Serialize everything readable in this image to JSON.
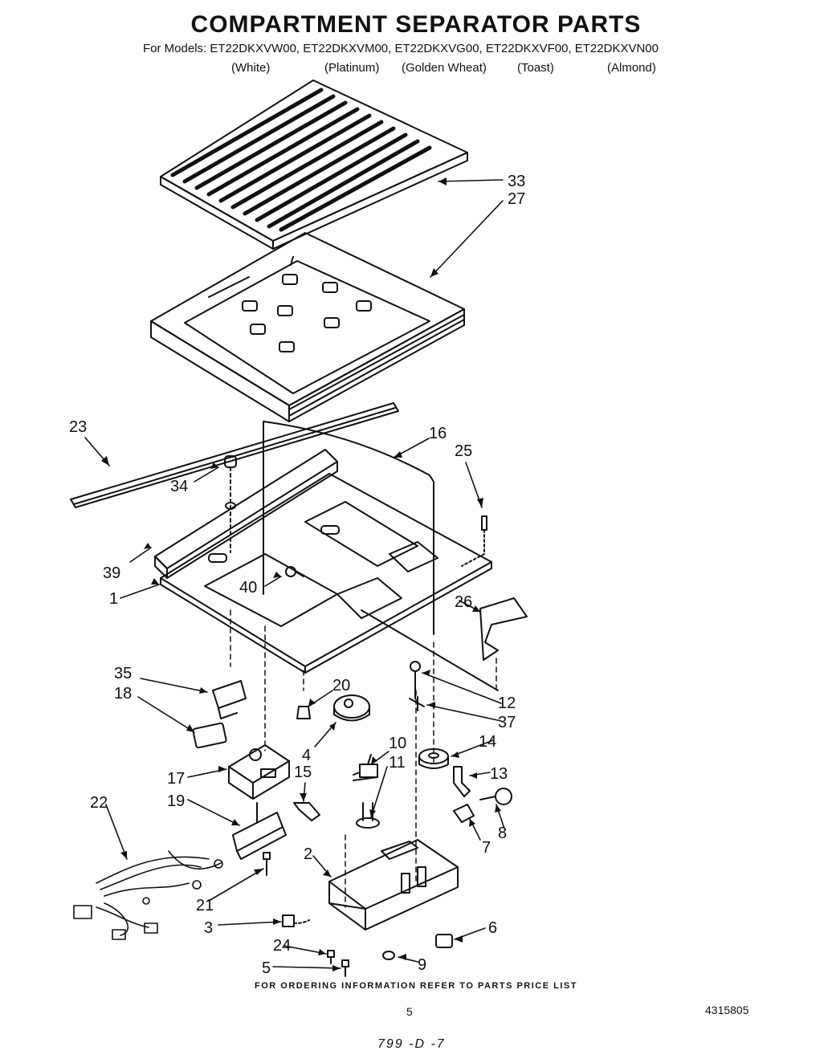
{
  "header": {
    "title": "COMPARTMENT SEPARATOR PARTS",
    "models_prefix": "For Models:",
    "models": [
      "ET22DKXVW00,",
      "ET22DKXVM00,",
      "ET22DKXVG00,",
      "ET22DKXVF00,",
      "ET22DKXVN00"
    ],
    "colors": [
      "(White)",
      "(Platinum)",
      "(Golden Wheat)",
      "(Toast)",
      "(Almond)"
    ]
  },
  "callouts": [
    "33",
    "27",
    "23",
    "16",
    "25",
    "34",
    "39",
    "1",
    "40",
    "26",
    "35",
    "18",
    "20",
    "12",
    "37",
    "4",
    "10",
    "14",
    "17",
    "15",
    "11",
    "13",
    "22",
    "19",
    "8",
    "7",
    "2",
    "21",
    "3",
    "6",
    "24",
    "9",
    "5"
  ],
  "footer": {
    "ordering_note": "FOR ORDERING INFORMATION REFER TO PARTS PRICE LIST",
    "page_number": "5",
    "document_number": "4315805",
    "handwritten_mark": "799 -D -7"
  }
}
